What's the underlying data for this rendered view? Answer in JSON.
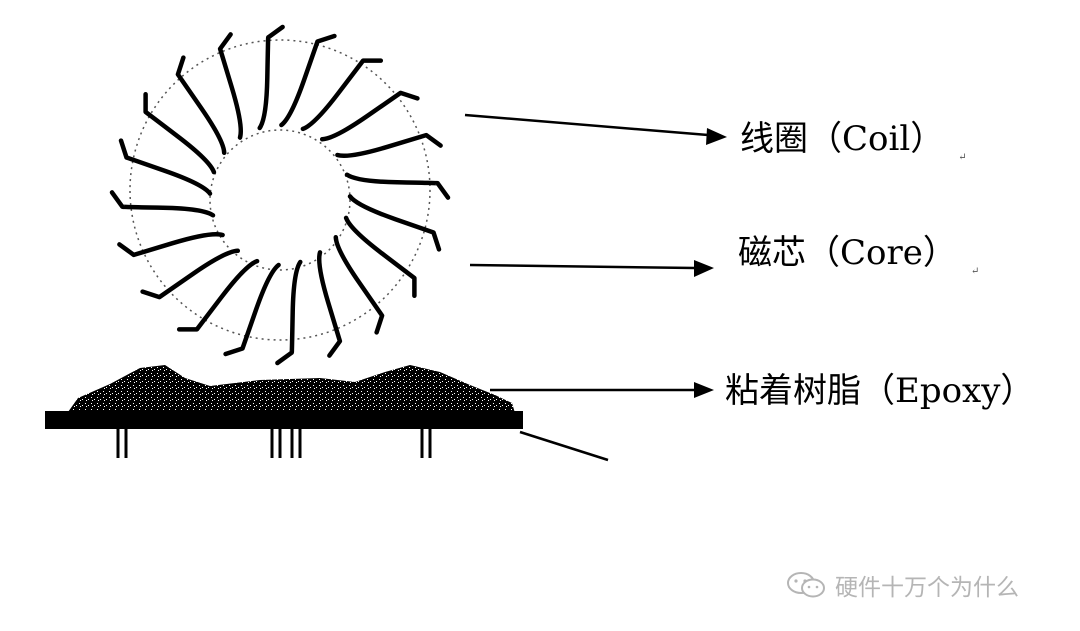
{
  "labels": {
    "coil": "线圈（Coil）",
    "core": "磁芯（Core）",
    "epoxy": "粘着树脂（Epoxy）"
  },
  "return_mark": "↵",
  "watermark": {
    "text": "硬件十万个为什么",
    "icon": "wechat-icon"
  }
}
